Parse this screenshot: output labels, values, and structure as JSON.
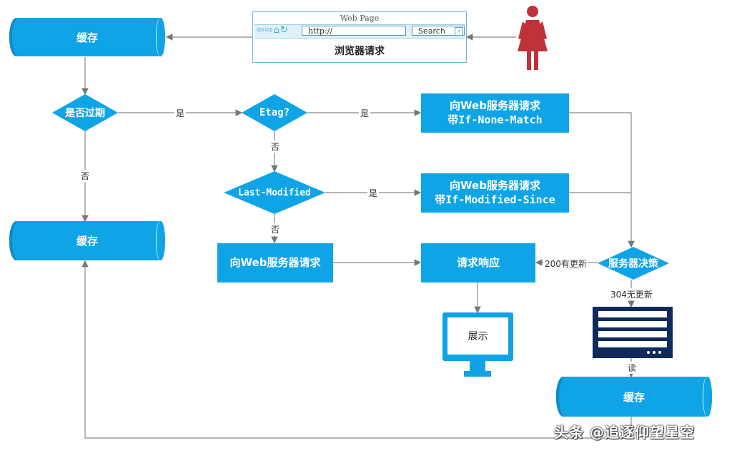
{
  "browser": {
    "title": "Web Page",
    "nav_icons": "⇦⇨⌂↻",
    "url": "http://",
    "search_label": "Search",
    "caption": "浏览器请求"
  },
  "nodes": {
    "cache_top": "缓存",
    "is_expired": "是否过期",
    "etag": "Etag?",
    "req_if_none_match_l1": "向Web服务器请求",
    "req_if_none_match_l2": "带If-None-Match",
    "last_modified": "Last-Modified",
    "req_if_modified_since_l1": "向Web服务器请求",
    "req_if_modified_since_l2": "带If-Modified-Since",
    "cache_mid": "缓存",
    "req_server": "向Web服务器请求",
    "response": "请求响应",
    "server_decision": "服务器决策",
    "display": "展示",
    "cache_bottom": "缓存"
  },
  "labels": {
    "yes_1": "是",
    "yes_2": "是",
    "yes_3": "是",
    "no_1": "否",
    "no_2": "否",
    "no_3": "否",
    "updated_200": "200有更新",
    "not_modified_304": "304无更新",
    "read": "读"
  },
  "watermark": "头条 @追逐仰望星空",
  "colors": {
    "node_fill": "#0fa4e6",
    "line": "#888888",
    "person": "#c0323a",
    "server": "#0f2b5c",
    "monitor": "#10a2e3"
  }
}
